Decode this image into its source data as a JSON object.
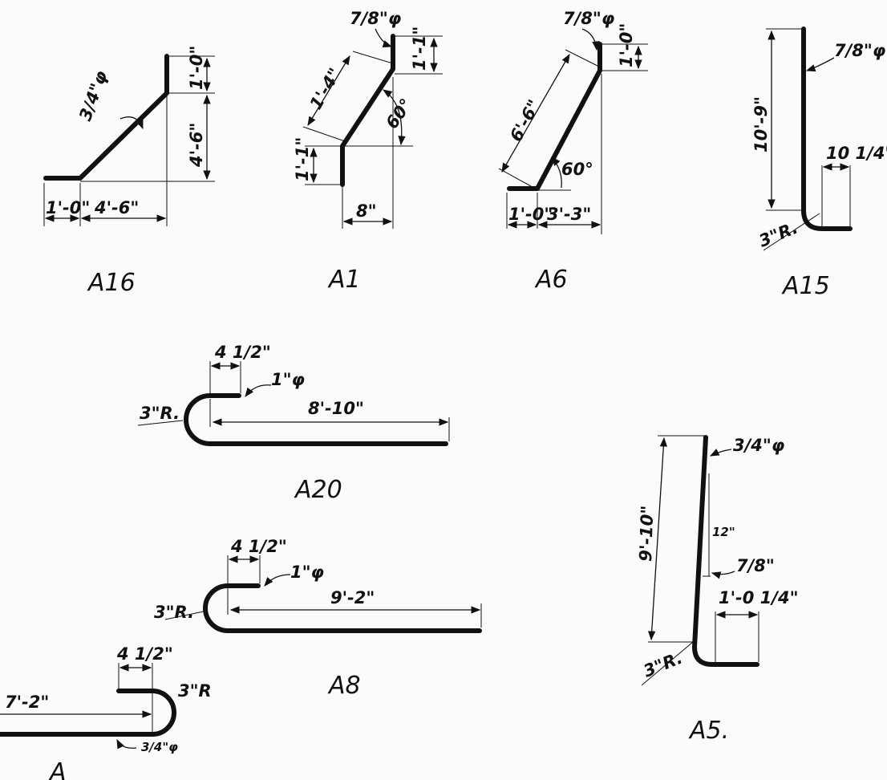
{
  "bars": {
    "a16": {
      "mark": "A16",
      "top_leg": "1'-0\"",
      "rise": "4'-6\"",
      "dia": "3/4\"φ",
      "tail": "1'-0\"",
      "run": "4'-6\""
    },
    "a1": {
      "mark": "A1",
      "dia": "7/8\"φ",
      "top_leg": "1'-1\"",
      "slope": "1'-4\"",
      "angle": "60°",
      "bot_leg": "1'-1\"",
      "offset": "8\""
    },
    "a6": {
      "mark": "A6",
      "dia": "7/8\"φ",
      "top_leg": "1'-0\"",
      "slope": "6'-6\"",
      "angle": "60°",
      "tail": "1'-0\"",
      "run": "3'-3\""
    },
    "a15": {
      "mark": "A15",
      "dia": "7/8\"φ",
      "height": "10'-9\"",
      "foot": "10 1/4\"",
      "radius": "3\"R."
    },
    "a20": {
      "mark": "A20",
      "hook": "4 1/2\"",
      "dia": "1\"φ",
      "radius": "3\"R.",
      "length": "8'-10\""
    },
    "a8": {
      "mark": "A8",
      "hook": "4 1/2\"",
      "dia": "1\"φ",
      "radius": "3\"R.",
      "length": "9'-2\""
    },
    "a5": {
      "mark": "A5.",
      "dia": "3/4\"φ",
      "height": "9'-10\"",
      "batter": "12\"",
      "batter_off": "7/8\"",
      "foot": "1'-0 1/4\"",
      "radius": "3\"R."
    },
    "a_partial": {
      "mark": "A",
      "hook": "4 1/2\"",
      "radius": "3\"R",
      "length": "7'-2\"",
      "dia": "3/4\"φ"
    }
  }
}
